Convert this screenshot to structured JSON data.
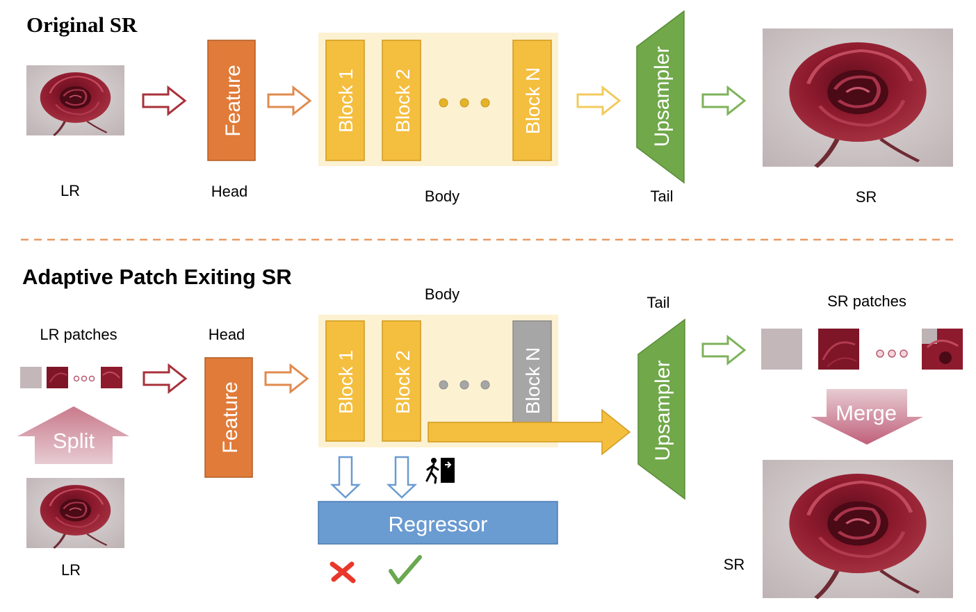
{
  "colors": {
    "feature": "#E07B39",
    "block": "#F4BE3F",
    "block_exited": "#A6A6A6",
    "body_bg": "#FCF1D1",
    "upsampler": "#70A84A",
    "regressor": "#6A9BD1",
    "merge_split": "#C97A8C",
    "dashed_line": "#E89A63",
    "rose": "#8E1A2E",
    "photo_bg": "#D2CBCC",
    "cross": "#E8382B",
    "check": "#6AA84F"
  },
  "top": {
    "title": "Original SR",
    "lr_label": "LR",
    "head_label": "Head",
    "feature_label": "Feature",
    "body_label": "Body",
    "blocks": [
      "Block 1",
      "Block 2",
      "Block N"
    ],
    "tail_label": "Tail",
    "upsampler_label": "Upsampler",
    "sr_label": "SR"
  },
  "bottom": {
    "title": "Adaptive Patch Exiting SR",
    "lr_patches_label": "LR patches",
    "split_label": "Split",
    "lr_label": "LR",
    "head_label": "Head",
    "feature_label": "Feature",
    "body_label": "Body",
    "blocks": [
      "Block 1",
      "Block 2",
      "Block N"
    ],
    "tail_label": "Tail",
    "upsampler_label": "Upsampler",
    "sr_patches_label": "SR patches",
    "merge_label": "Merge",
    "regressor_label": "Regressor",
    "sr_label": "SR",
    "exit_icon": "exit-door-icon",
    "cross_icon": "cross-icon",
    "check_icon": "check-icon"
  }
}
